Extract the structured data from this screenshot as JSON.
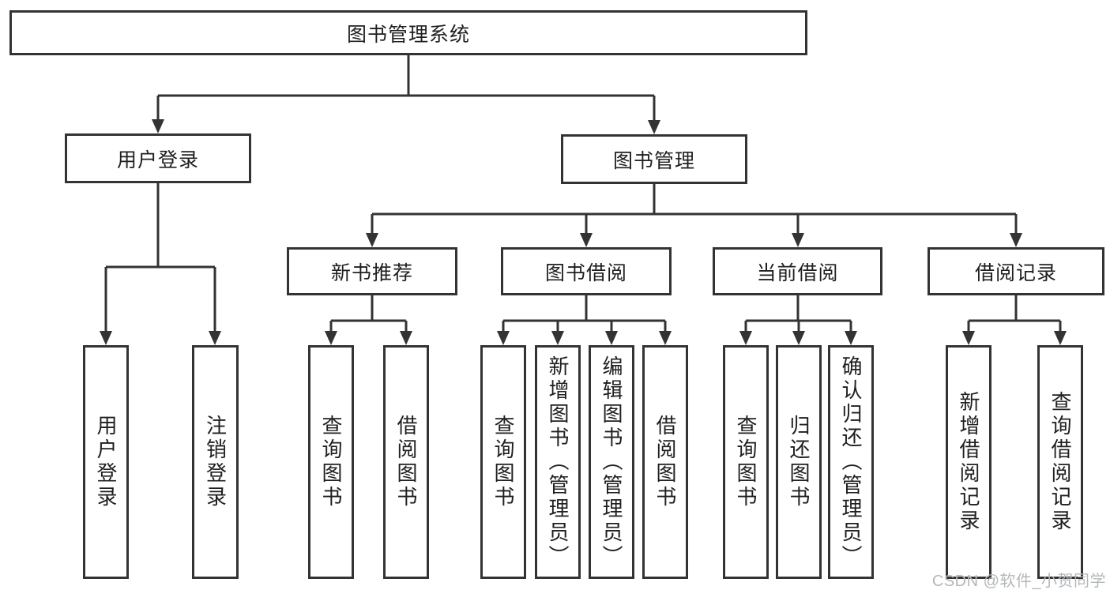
{
  "nodes": {
    "root": "图书管理系统",
    "user_login": "用户登录",
    "book_mgmt": "图书管理",
    "new_books": "新书推荐",
    "book_borrow": "图书借阅",
    "current_borrow": "当前借阅",
    "borrow_record": "借阅记录",
    "leaf_user_login": "用户登录",
    "leaf_logout": "注销登录",
    "leaf_nb_query": "查询图书",
    "leaf_nb_borrow": "借阅图书",
    "leaf_bb_query": "查询图书",
    "leaf_bb_add": "新增图书（管理员）",
    "leaf_bb_edit": "编辑图书（管理员）",
    "leaf_bb_borrow": "借阅图书",
    "leaf_cb_query": "查询图书",
    "leaf_cb_return": "归还图书",
    "leaf_cb_confirm": "确认归还（管理员）",
    "leaf_br_add": "新增借阅记录",
    "leaf_br_query": "查询借阅记录"
  },
  "watermark": "CSDN @软件_小贺同学",
  "colors": {
    "line": "#333333",
    "box_border": "#333333",
    "box_fill": "#ffffff",
    "text": "#1f1f1f",
    "watermark_text": "#b4b8bb",
    "background": "#ffffff"
  }
}
